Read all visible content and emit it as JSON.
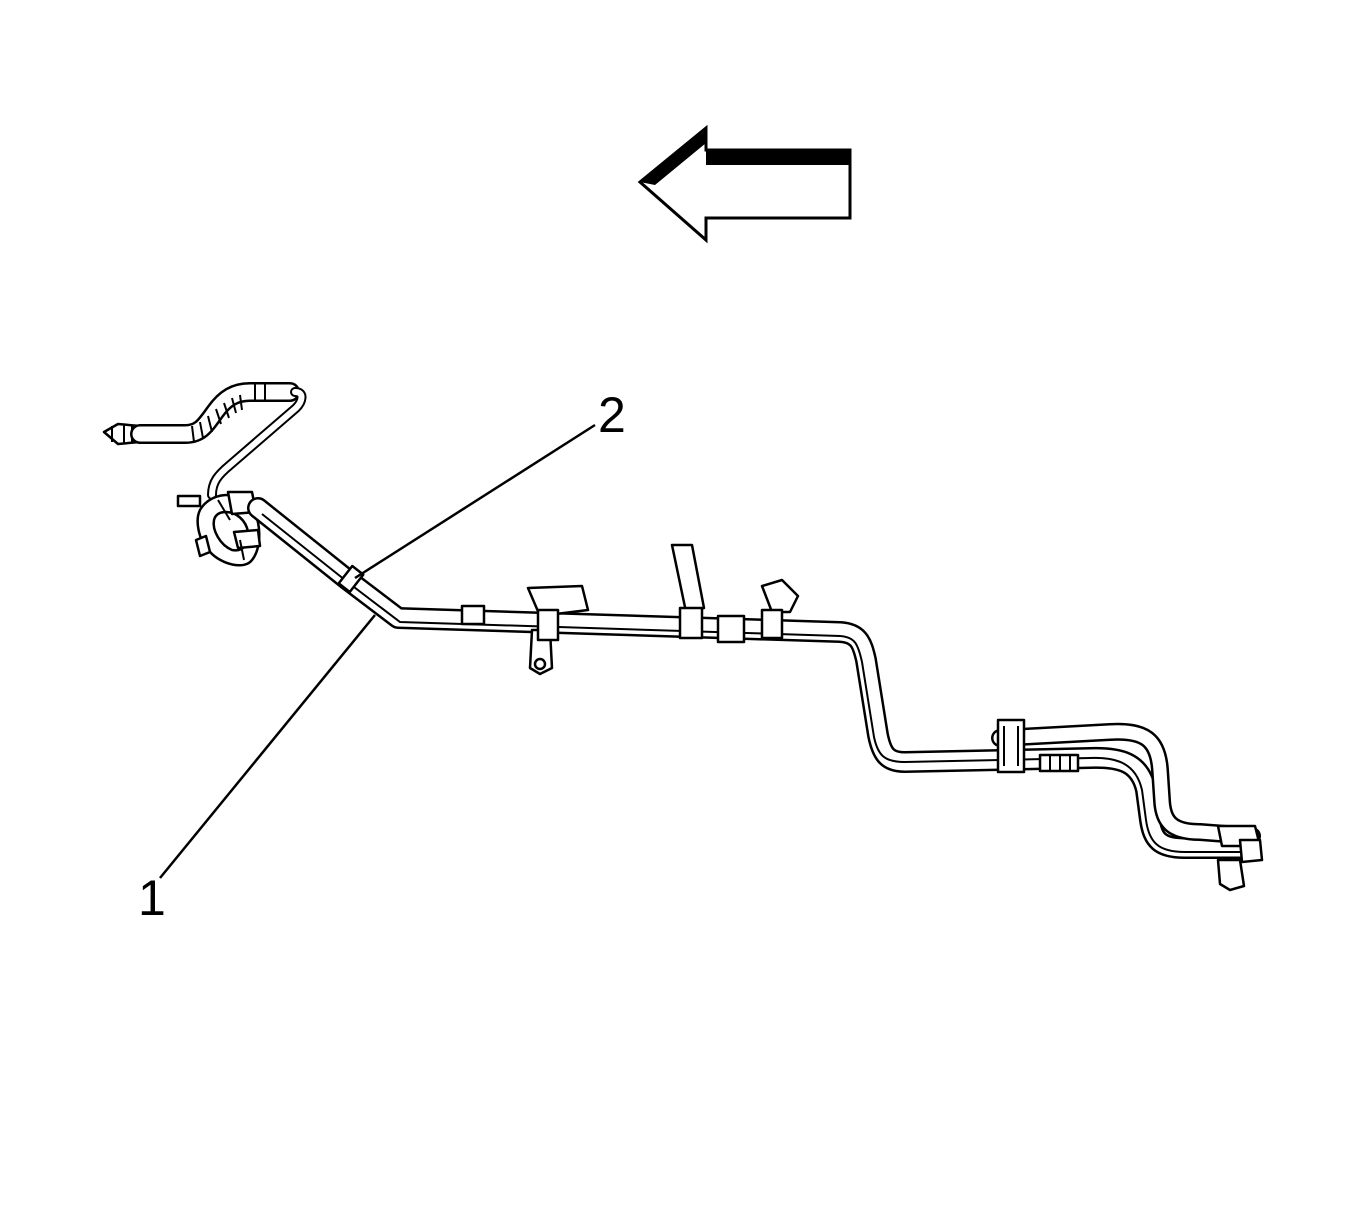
{
  "callouts": [
    {
      "id": "1",
      "label": "1"
    },
    {
      "id": "2",
      "label": "2"
    }
  ],
  "direction_arrow": {
    "meaning": "forward",
    "icon": "left-arrow-icon"
  },
  "colors": {
    "line": "#000000",
    "background": "#ffffff"
  }
}
